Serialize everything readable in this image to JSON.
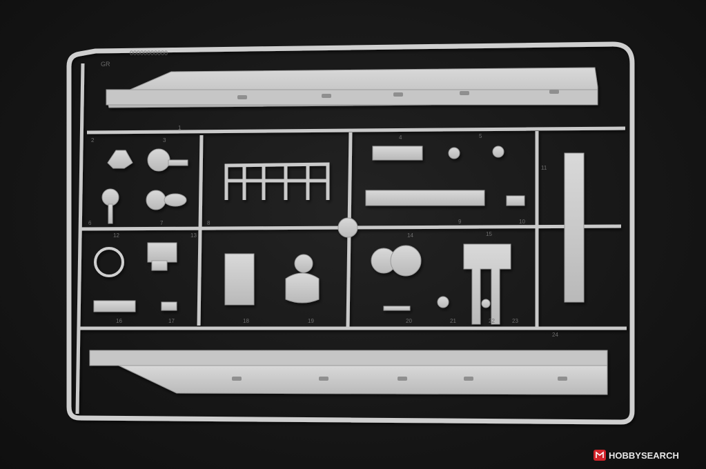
{
  "photo": {
    "subject": "plastic-model-sprue-runner",
    "sprue_code": "GR",
    "moulded_code": "00000000000",
    "part_numbers": [
      "1",
      "2",
      "3",
      "4",
      "5",
      "6",
      "7",
      "8",
      "9",
      "10",
      "11",
      "12",
      "13",
      "14",
      "15",
      "16",
      "17",
      "18",
      "19",
      "20",
      "21",
      "22",
      "23",
      "24"
    ]
  },
  "watermark": {
    "text": "HOBBYSEARCH",
    "icon": "hobbysearch-logo-icon"
  },
  "colors": {
    "background": "#161616",
    "plastic": "#cbcbcb",
    "plastic_shadow": "#9c9c9c",
    "watermark_red": "#d2232a"
  }
}
